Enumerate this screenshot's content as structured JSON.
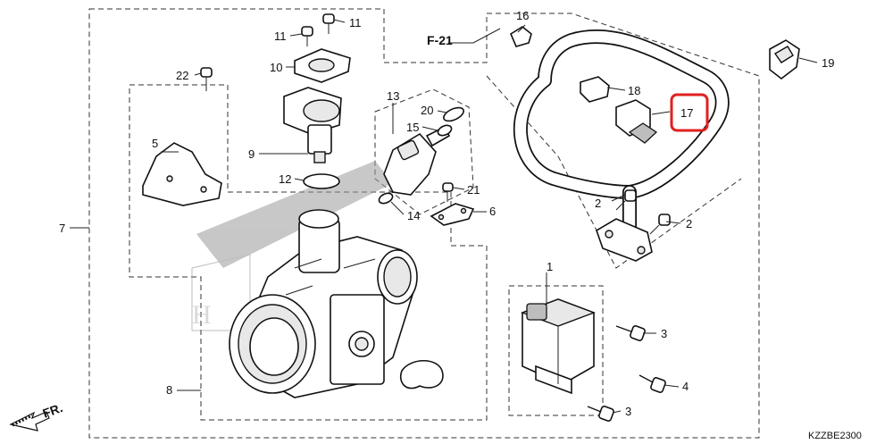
{
  "diagram": {
    "section_ref": "F-21",
    "front_marker": "FR.",
    "diagram_code": "KZZBE2300",
    "highlight_color": "#e02020",
    "highlighted_part": "17"
  },
  "callouts": {
    "p1": "1",
    "p2a": "2",
    "p2b": "2",
    "p3a": "3",
    "p3b": "3",
    "p4": "4",
    "p5": "5",
    "p6": "6",
    "p7": "7",
    "p8": "8",
    "p9": "9",
    "p10": "10",
    "p11a": "11",
    "p11b": "11",
    "p12": "12",
    "p13": "13",
    "p14": "14",
    "p15": "15",
    "p16": "16",
    "p17": "17",
    "p18": "18",
    "p19": "19",
    "p20": "20",
    "p21": "21",
    "p22": "22"
  }
}
